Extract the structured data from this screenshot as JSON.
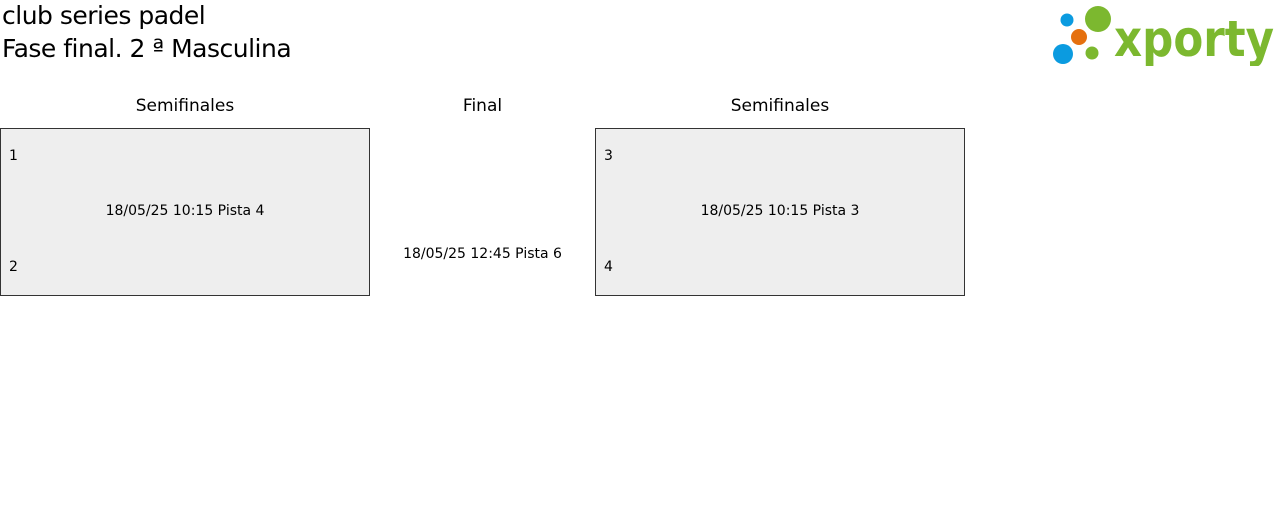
{
  "header": {
    "line1": "club series padel",
    "line2": "Fase final. 2 ª Masculina"
  },
  "logo": {
    "text": "xporty",
    "colors": {
      "green": "#7cb82f",
      "blue": "#0b9be0",
      "orange": "#e5700f"
    }
  },
  "bracket": {
    "left": {
      "label": "Semifinales",
      "seed_top": "1",
      "seed_bottom": "2",
      "info": "18/05/25 10:15 Pista 4"
    },
    "final": {
      "label": "Final",
      "info": "18/05/25 12:45 Pista 6"
    },
    "right": {
      "label": "Semifinales",
      "seed_top": "3",
      "seed_bottom": "4",
      "info": "18/05/25 10:15 Pista 3"
    }
  }
}
